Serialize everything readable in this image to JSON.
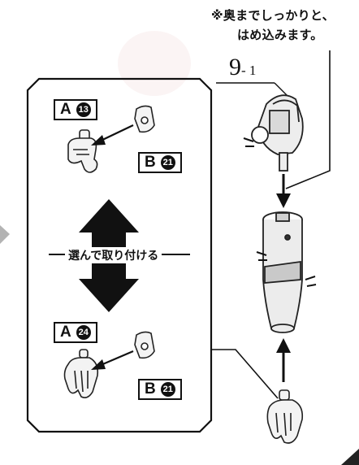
{
  "note": {
    "line1": "※奥までしっかりと、",
    "line2": "はめ込みます。"
  },
  "step": {
    "number": "9",
    "sub": "- 1"
  },
  "choice_box": {
    "label": "選んで取り付ける",
    "top_hand": {
      "letter": "A",
      "number": "13"
    },
    "top_part": {
      "letter": "B",
      "number": "21"
    },
    "bottom_hand": {
      "letter": "A",
      "number": "24"
    },
    "bottom_part": {
      "letter": "B",
      "number": "21"
    }
  }
}
